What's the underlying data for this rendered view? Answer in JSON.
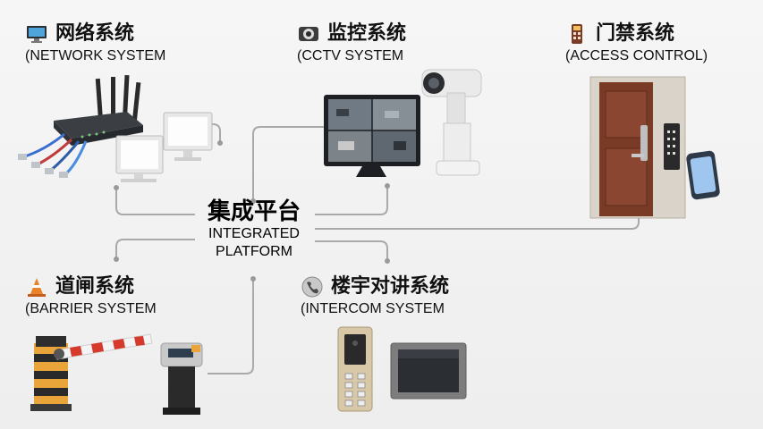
{
  "center": {
    "title_zh": "集成平台",
    "title_en_line1": "INTEGRATED",
    "title_en_line2": "PLATFORM"
  },
  "network": {
    "title_zh": "网络系统",
    "title_en": "(NETWORK SYSTEM",
    "icon": "monitor-icon"
  },
  "cctv": {
    "title_zh": "监控系统",
    "title_en": "(CCTV SYSTEM",
    "icon": "camera-icon"
  },
  "access": {
    "title_zh": "门禁系统",
    "title_en": "(ACCESS CONTROL)",
    "icon": "keypad-icon"
  },
  "barrier": {
    "title_zh": "道闸系统",
    "title_en": "(BARRIER SYSTEM",
    "icon": "traffic-cone-icon"
  },
  "intercom": {
    "title_zh": "楼宇对讲系统",
    "title_en": "(INTERCOM SYSTEM",
    "icon": "intercom-phone-icon"
  },
  "colors": {
    "line": "#a9a9a9",
    "door": "#7a3b26",
    "barrier_orange": "#e9a43a",
    "barrier_red": "#d63a2c",
    "screen": "#1d1f22"
  }
}
